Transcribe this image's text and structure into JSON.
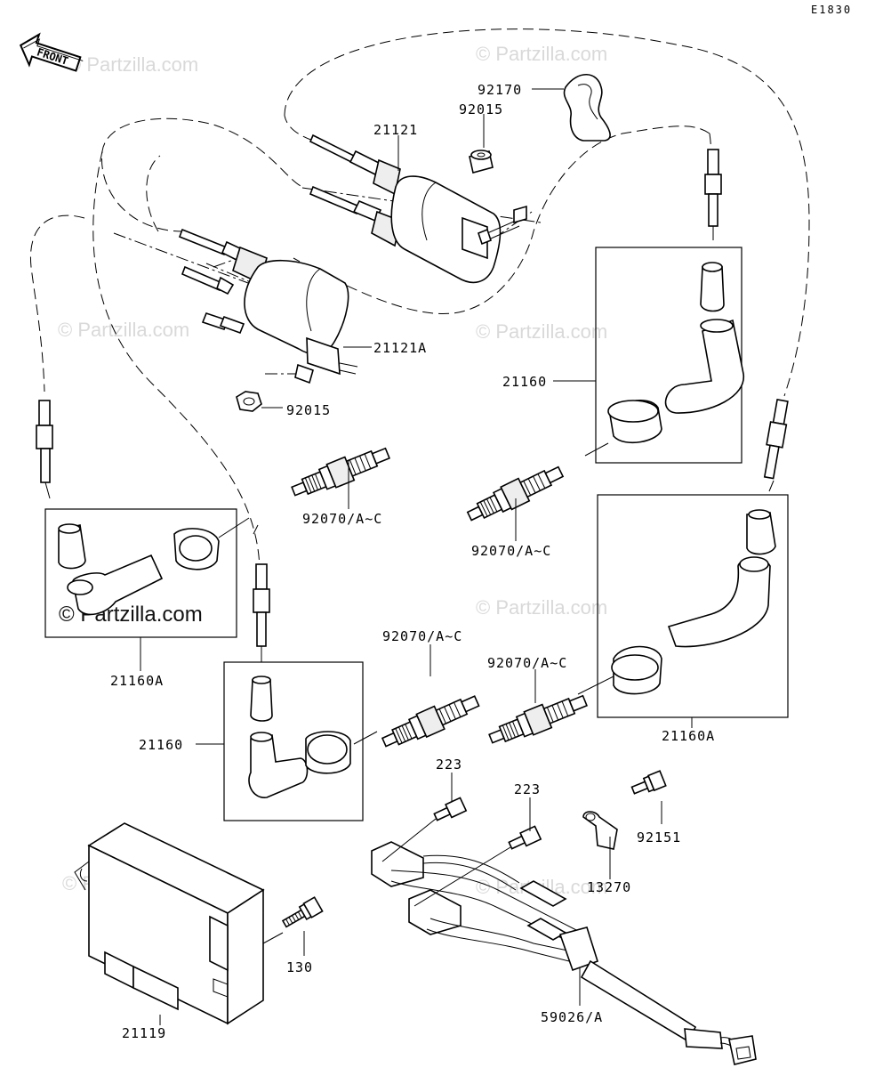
{
  "diagram_code": "E1830",
  "front_label": "FRONT",
  "watermark": "© Partzilla.com",
  "watermark_prominent": "© Partzilla.com",
  "labels": {
    "p92170": "92170",
    "p92015_top": "92015",
    "p21121": "21121",
    "p21121A": "21121A",
    "p92015_bottom": "92015",
    "p21160_upper": "21160",
    "p92070_a": "92070/A~C",
    "p92070_b": "92070/A~C",
    "p21160A_left": "21160A",
    "p92070_c": "92070/A~C",
    "p92070_d": "92070/A~C",
    "p21160A_right": "21160A",
    "p21160_lower": "21160",
    "p223_a": "223",
    "p223_b": "223",
    "p92151": "92151",
    "p13270": "13270",
    "p130": "130",
    "p59026A": "59026/A",
    "p21119": "21119"
  }
}
